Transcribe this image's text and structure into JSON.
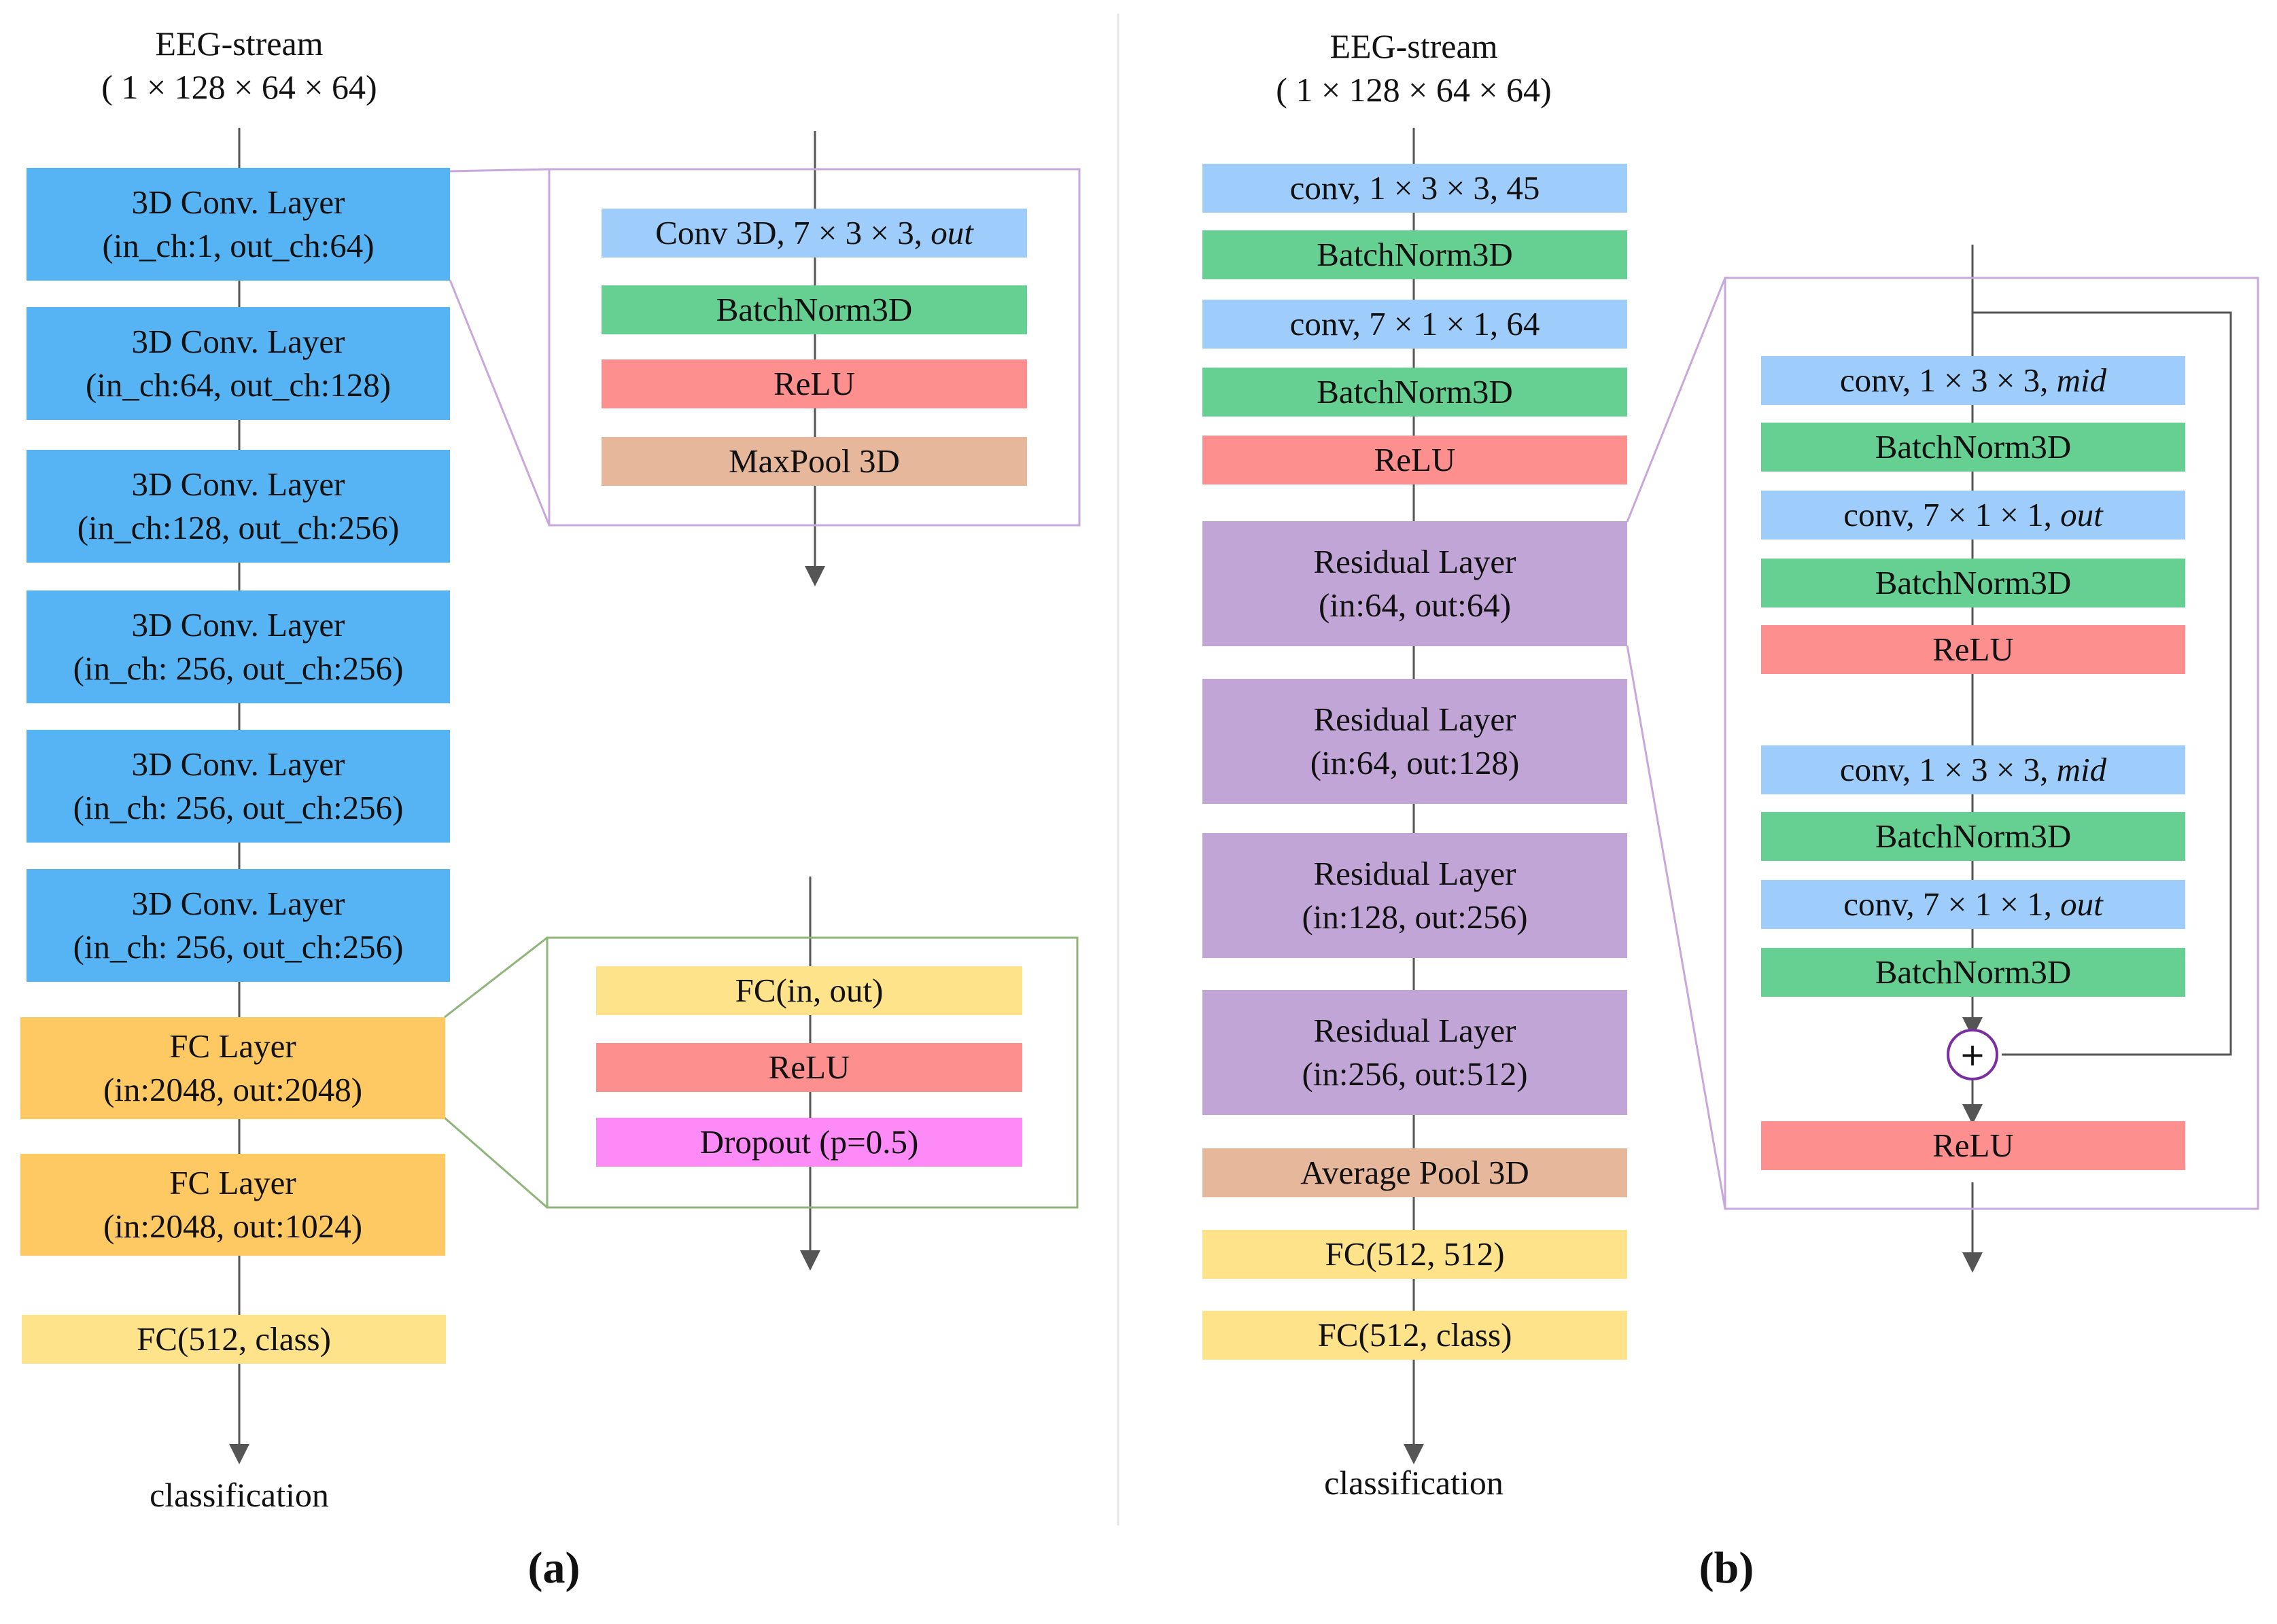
{
  "panel_a": {
    "input_title": "EEG-stream",
    "input_shape": "( 1 × 128 × 64 × 64)",
    "conv_layers": [
      {
        "title": "3D Conv. Layer",
        "params": "(in_ch:1, out_ch:64)"
      },
      {
        "title": "3D Conv. Layer",
        "params": "(in_ch:64, out_ch:128)"
      },
      {
        "title": "3D Conv. Layer",
        "params": "(in_ch:128, out_ch:256)"
      },
      {
        "title": "3D Conv. Layer",
        "params": "(in_ch: 256, out_ch:256)"
      },
      {
        "title": "3D Conv. Layer",
        "params": "(in_ch: 256, out_ch:256)"
      },
      {
        "title": "3D Conv. Layer",
        "params": "(in_ch: 256, out_ch:256)"
      }
    ],
    "fc_layers": [
      {
        "title": "FC Layer",
        "params": "(in:2048, out:2048)"
      },
      {
        "title": "FC Layer",
        "params": "(in:2048, out:1024)"
      }
    ],
    "final_fc": "FC(512, class)",
    "output": "classification",
    "conv_detail": {
      "conv": "Conv 3D, 7 × 3 × 3,",
      "conv_var": "out",
      "bn": "BatchNorm3D",
      "relu": "ReLU",
      "pool": "MaxPool 3D"
    },
    "fc_detail": {
      "fc": "FC(in, out)",
      "relu": "ReLU",
      "dropout": "Dropout (p=0.5)"
    },
    "caption": "(a)"
  },
  "panel_b": {
    "input_title": "EEG-stream",
    "input_shape": "( 1 × 128 × 64 × 64)",
    "stem": {
      "conv1": "conv,  1 × 3 × 3, 45",
      "bn1": "BatchNorm3D",
      "conv2": "conv,  7 × 1 × 1, 64",
      "bn2": "BatchNorm3D",
      "relu": "ReLU"
    },
    "residual_layers": [
      {
        "title": "Residual Layer",
        "params": "(in:64, out:64)"
      },
      {
        "title": "Residual Layer",
        "params": "(in:64, out:128)"
      },
      {
        "title": "Residual Layer",
        "params": "(in:128, out:256)"
      },
      {
        "title": "Residual Layer",
        "params": "(in:256, out:512)"
      }
    ],
    "pool": "Average Pool 3D",
    "fc1": "FC(512, 512)",
    "fc2": "FC(512, class)",
    "output": "classification",
    "res_detail": {
      "conv_a1": "conv,  1 × 3 × 3,",
      "conv_a1_var": "mid",
      "bn_a1": "BatchNorm3D",
      "conv_a2": "conv,  7 × 1 × 1,",
      "conv_a2_var": "out",
      "bn_a2": "BatchNorm3D",
      "relu_a": "ReLU",
      "conv_b1": "conv,  1 × 3 × 3,",
      "conv_b1_var": "mid",
      "bn_b1": "BatchNorm3D",
      "conv_b2": "conv,  7 × 1 × 1,",
      "conv_b2_var": "out",
      "bn_b2": "BatchNorm3D",
      "add_symbol": "+",
      "relu_out": "ReLU"
    },
    "caption": "(b)"
  },
  "colors": {
    "conv_layer": "#56b4f5",
    "conv_op": "#9fcdfb",
    "batchnorm": "#66d092",
    "relu": "#fd8f8f",
    "pool": "#e6b79a",
    "fc_layer": "#fec862",
    "fc": "#fee38b",
    "residual": "#c2a5d7",
    "dropout": "#fe8af7",
    "conv_frame": "#c8a8dc",
    "fc_frame": "#8fb57a"
  }
}
